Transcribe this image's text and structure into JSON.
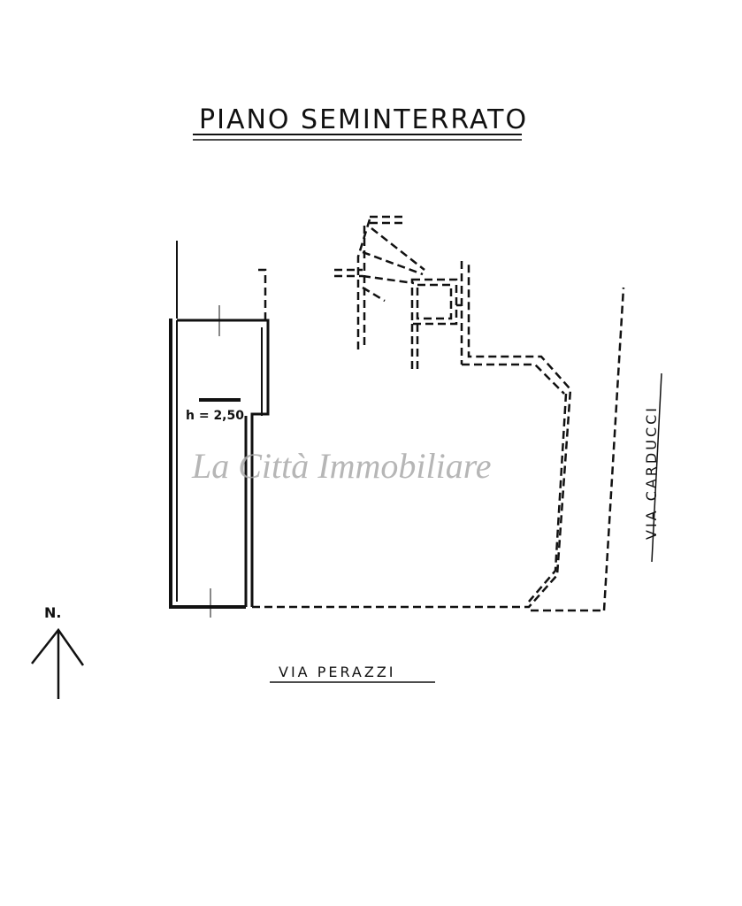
{
  "title": "PIANO SEMINTERRATO",
  "streets": {
    "south": "VIA PERAZZI",
    "east": "VIA CARDUCCI"
  },
  "room_label": "h = 2,50",
  "north_label": "N.",
  "watermark": "La Città Immobiliare",
  "colors": {
    "ink": "#111111",
    "watermark": "#aaaaaa"
  }
}
